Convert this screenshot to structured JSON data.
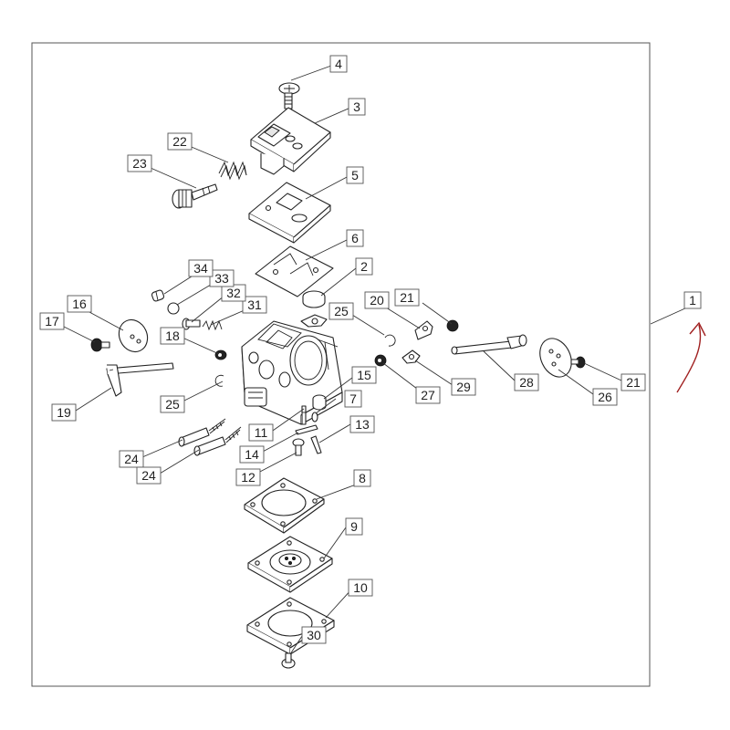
{
  "labels": {
    "l1": "1",
    "l2": "2",
    "l3": "3",
    "l4": "4",
    "l5": "5",
    "l6": "6",
    "l7": "7",
    "l8": "8",
    "l9": "9",
    "l10": "10",
    "l11": "11",
    "l12": "12",
    "l13": "13",
    "l14": "14",
    "l15": "15",
    "l16": "16",
    "l17": "17",
    "l18": "18",
    "l19": "19",
    "l20": "20",
    "l21a": "21",
    "l21b": "21",
    "l22": "22",
    "l23": "23",
    "l24a": "24",
    "l24b": "24",
    "l25a": "25",
    "l25b": "25",
    "l26": "26",
    "l27": "27",
    "l28": "28",
    "l29": "29",
    "l30": "30",
    "l31": "31",
    "l32": "32",
    "l33": "33",
    "l34": "34"
  },
  "colors": {
    "line": "#222222",
    "frame": "#555555",
    "arrow": "#a02020"
  }
}
